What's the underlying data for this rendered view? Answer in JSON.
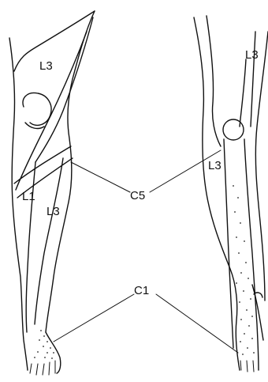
{
  "labels": {
    "left_upper_l3": "L3",
    "left_l1": "L1",
    "left_lower_l3": "L3",
    "right_upper_l3": "L3",
    "right_mid_l3": "L3",
    "c5": "C5",
    "c1": "C1"
  }
}
